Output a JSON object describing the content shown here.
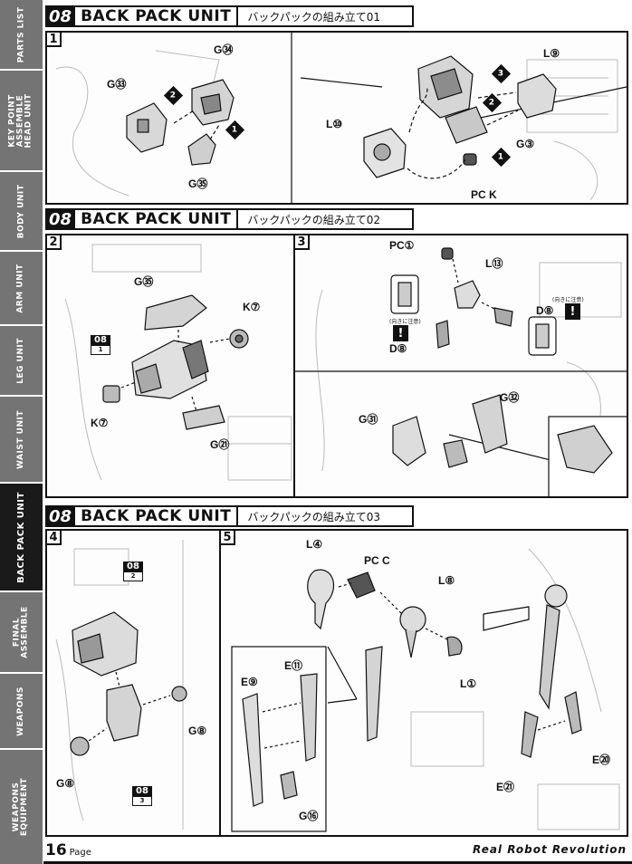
{
  "sidebar": {
    "tabs": [
      {
        "label": "PARTS LIST",
        "active": false
      },
      {
        "label": "KEY POINT\nASSEMBLE\nHEAD UNIT",
        "active": false
      },
      {
        "label": "BODY UNIT",
        "active": false
      },
      {
        "label": "ARM UNIT",
        "active": false
      },
      {
        "label": "LEG UNIT",
        "active": false
      },
      {
        "label": "WAIST UNIT",
        "active": false
      },
      {
        "label": "BACK PACK UNIT",
        "active": true
      },
      {
        "label": "FINAL\nASSEMBLE",
        "active": false
      },
      {
        "label": "WEAPONS",
        "active": false
      },
      {
        "label": "WEAPONS\nEQUIPMENT",
        "active": false
      }
    ]
  },
  "sections": [
    {
      "num": "08",
      "title": "BACK PACK UNIT",
      "jp": "バックパックの組み立て01"
    },
    {
      "num": "08",
      "title": "BACK PACK UNIT",
      "jp": "バックパックの組み立て02"
    },
    {
      "num": "08",
      "title": "BACK PACK UNIT",
      "jp": "バックパックの組み立て03"
    }
  ],
  "steps": {
    "s1": {
      "num": "1",
      "labels": [
        "G㉝",
        "G㉞",
        "G㉟",
        "L⑩",
        "L⑨",
        "G③",
        "PC K"
      ],
      "marks": [
        "2",
        "1",
        "3",
        "2",
        "1"
      ]
    },
    "s2": {
      "num": "2",
      "labels": [
        "G㉟",
        "K⑦",
        "K⑦",
        "G㉑"
      ],
      "ref": {
        "top": "08",
        "bot": "1"
      }
    },
    "s3": {
      "num": "3",
      "labels": [
        "PC①",
        "L⑬",
        "D⑧",
        "D⑧",
        "G㉜",
        "G㉛"
      ],
      "note": "(向きに注意)",
      "warn": "!"
    },
    "s4": {
      "num": "4",
      "labels": [
        "G⑧",
        "G⑧"
      ],
      "refs": [
        {
          "top": "08",
          "bot": "2"
        },
        {
          "top": "08",
          "bot": "3"
        }
      ]
    },
    "s5": {
      "num": "5",
      "labels": [
        "L④",
        "PC C",
        "L⑧",
        "L①",
        "E⑪",
        "E⑨",
        "G⑯",
        "E⑳",
        "E㉑"
      ]
    }
  },
  "footer": {
    "page_num": "16",
    "page_word": "Page",
    "brand": "Real Robot Revolution"
  }
}
